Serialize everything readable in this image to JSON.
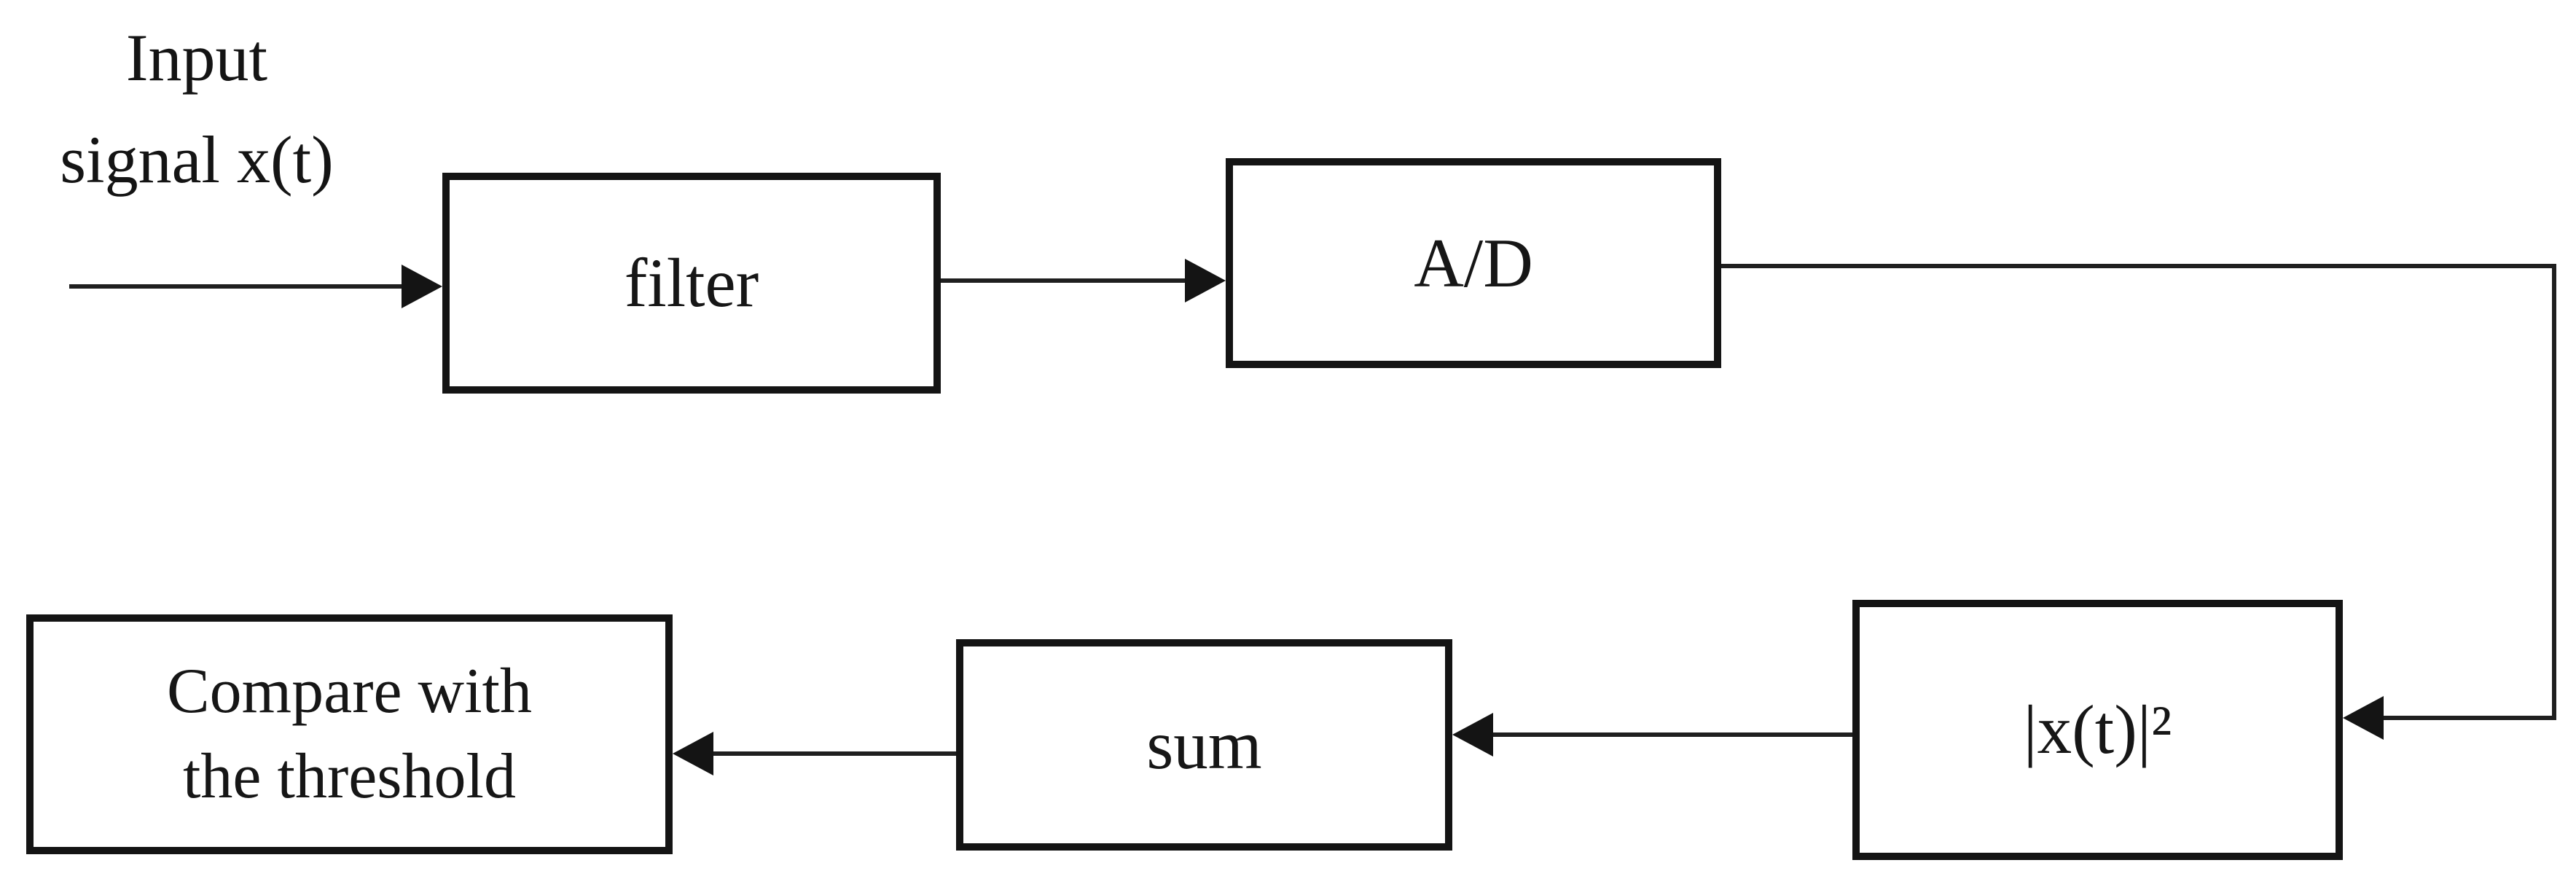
{
  "colors": {
    "ink": "#141414",
    "line": "#1f1f1f",
    "background": "#ffffff"
  },
  "input_label": {
    "line1": "Input",
    "line2": "signal x(t)"
  },
  "blocks": {
    "filter": {
      "label": "filter"
    },
    "ad": {
      "label": "A/D"
    },
    "square": {
      "label": "|x(t)|²"
    },
    "sum": {
      "label": "sum"
    },
    "compare": {
      "line1": "Compare with",
      "line2": "the threshold"
    }
  },
  "edges": [
    {
      "from": "input-signal",
      "to": "filter"
    },
    {
      "from": "filter",
      "to": "ad"
    },
    {
      "from": "ad",
      "to": "square",
      "route": "right-down-left"
    },
    {
      "from": "square",
      "to": "sum"
    },
    {
      "from": "sum",
      "to": "compare"
    }
  ]
}
